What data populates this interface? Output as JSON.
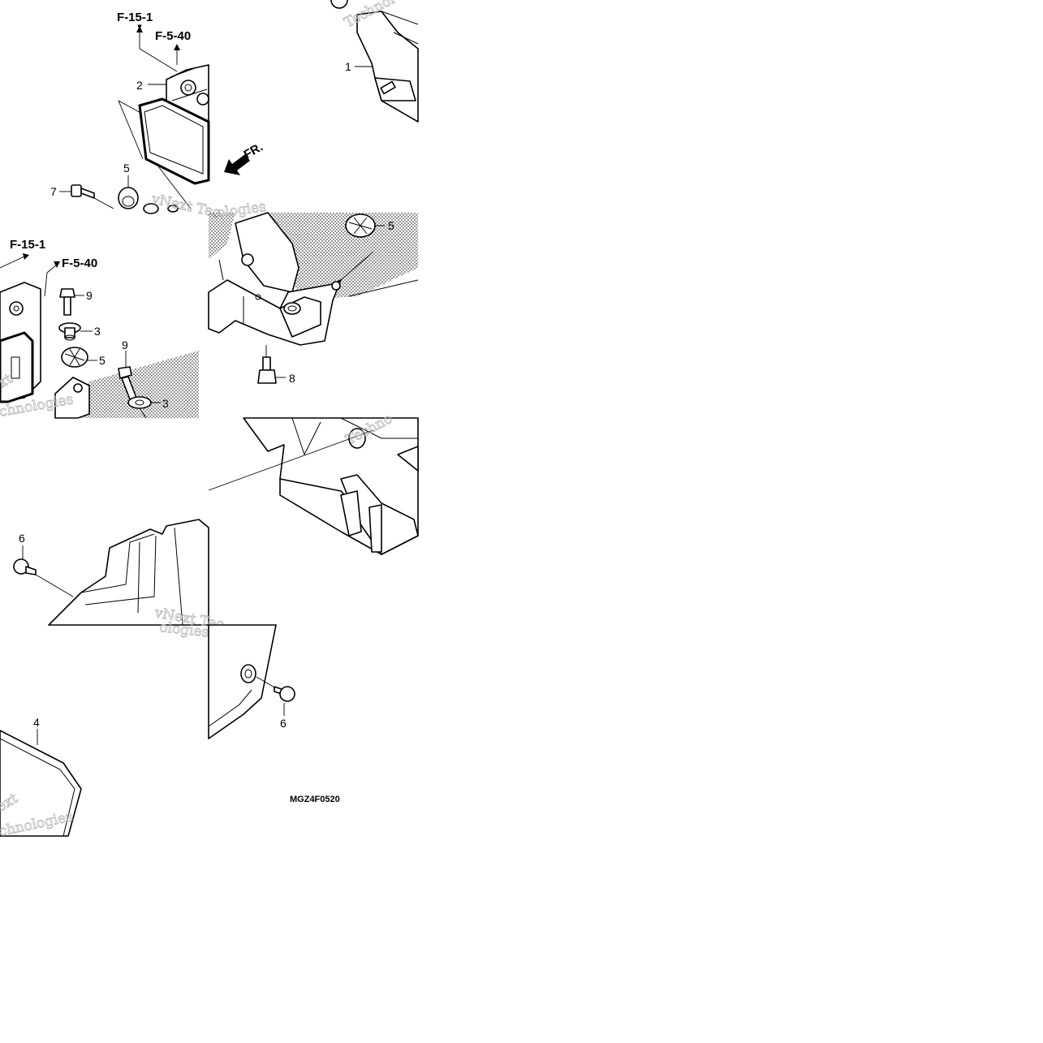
{
  "diagram": {
    "refs": {
      "f15_top": "F-15-1",
      "f540_top": "F-5-40",
      "f15_mid": "F-15-1",
      "f540_mid": "F-5-40"
    },
    "arrow_label": "FR.",
    "callouts": {
      "c1": "1",
      "c2": "2",
      "c3a": "3",
      "c3b": "3",
      "c4": "4",
      "c5a": "5",
      "c5b": "5",
      "c5c": "5",
      "c6a": "6",
      "c6b": "6",
      "c7": "7",
      "c8": "8",
      "c9a": "9",
      "c9b": "9"
    },
    "drawing_code": "MGZ4F0520",
    "watermarks": {
      "w1": "Technol",
      "w2": "vNext Tec",
      "w3": "ologies",
      "w4": "xt",
      "w5": "chnologies",
      "w6": "Techno",
      "w7": "vNext Tec",
      "w8": "ologies",
      "w9": "ext",
      "w10": "chnologies"
    }
  }
}
